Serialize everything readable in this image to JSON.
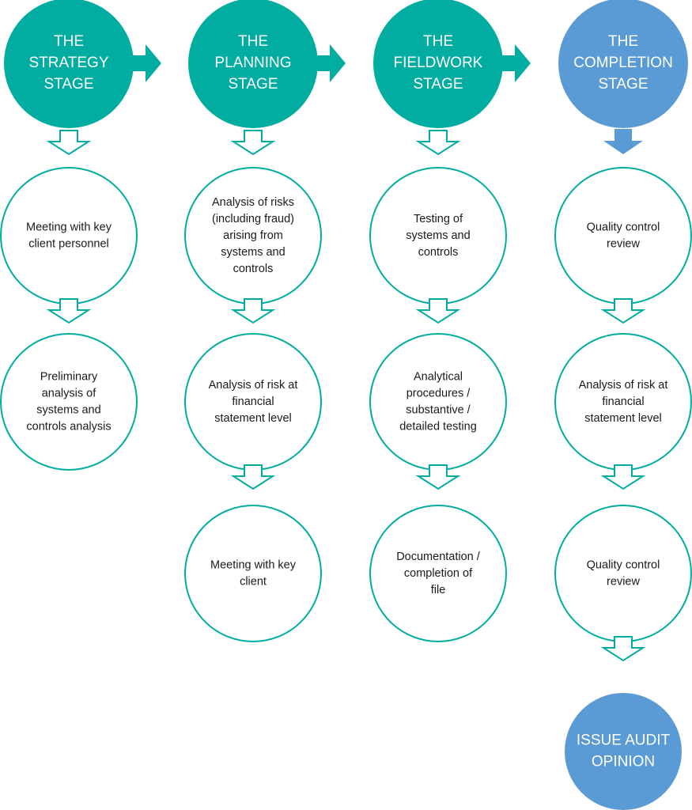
{
  "colors": {
    "teal": "#00ada0",
    "blue": "#5b9bd5",
    "step_border": "#00ada0",
    "step_fill": "#ffffff",
    "step_text": "#1a1a1a",
    "stage_text": "#ffffff"
  },
  "stages": [
    {
      "lines": [
        "THE",
        "STRATEGY",
        "STAGE"
      ]
    },
    {
      "lines": [
        "THE",
        "PLANNING",
        "STAGE"
      ]
    },
    {
      "lines": [
        "THE",
        "FIELDWORK",
        "STAGE"
      ]
    },
    {
      "lines": [
        "THE",
        "COMPLETION",
        "STAGE"
      ]
    }
  ],
  "columns": [
    {
      "steps": [
        {
          "lines": [
            "Meeting with key",
            "client personnel"
          ]
        },
        {
          "lines": [
            "Preliminary",
            "analysis of",
            "systems and",
            "controls analysis"
          ]
        }
      ]
    },
    {
      "steps": [
        {
          "lines": [
            "Analysis of risks",
            "(including fraud)",
            "arising from",
            "systems and",
            "controls"
          ]
        },
        {
          "lines": [
            "Analysis of risk at",
            "financial",
            "statement level"
          ]
        },
        {
          "lines": [
            "Meeting with key",
            "client"
          ]
        }
      ]
    },
    {
      "steps": [
        {
          "lines": [
            "Testing of",
            "systems and",
            "controls"
          ]
        },
        {
          "lines": [
            "Analytical",
            "procedures /",
            "substantive /",
            "detailed testing"
          ]
        },
        {
          "lines": [
            "Documentation /",
            "completion of",
            "file"
          ]
        }
      ]
    },
    {
      "steps": [
        {
          "lines": [
            "Quality control",
            "review"
          ]
        },
        {
          "lines": [
            "Analysis of risk at",
            "financial",
            "statement level"
          ]
        },
        {
          "lines": [
            "Quality control",
            "review"
          ]
        }
      ]
    }
  ],
  "final": {
    "lines": [
      "ISSUE AUDIT",
      "OPINION"
    ]
  }
}
